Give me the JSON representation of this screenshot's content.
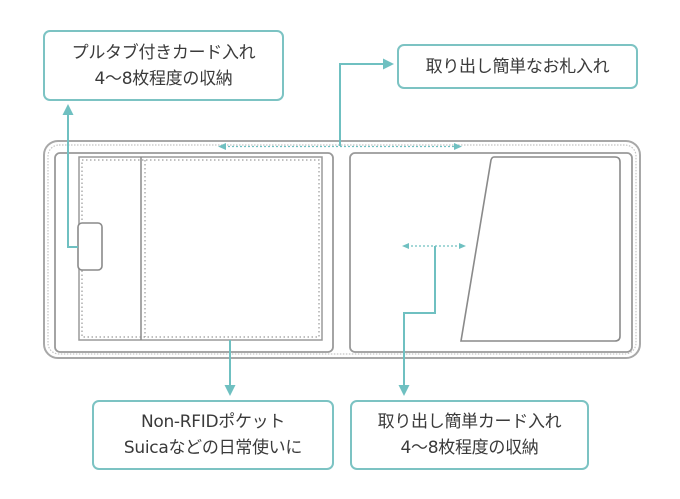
{
  "colors": {
    "accent": "#6fc0c1",
    "outline": "#9a9a9a",
    "stitch": "#b5b5b5",
    "text": "#3a3a3a"
  },
  "callouts": {
    "pull_tab_cards": {
      "line1": "プルタブ付きカード入れ",
      "line2": "4〜8枚程度の収納"
    },
    "bill_compartment": {
      "line1": "取り出し簡単なお札入れ"
    },
    "non_rfid_pocket": {
      "line1": "Non-RFIDポケット",
      "line2": "Suicaなどの日常使いに"
    },
    "easy_card_slot": {
      "line1": "取り出し簡単カード入れ",
      "line2": "4〜8枚程度の収納"
    }
  },
  "icons": {
    "arrow": "arrow-icon",
    "double_arrow": "double-arrow-icon"
  }
}
